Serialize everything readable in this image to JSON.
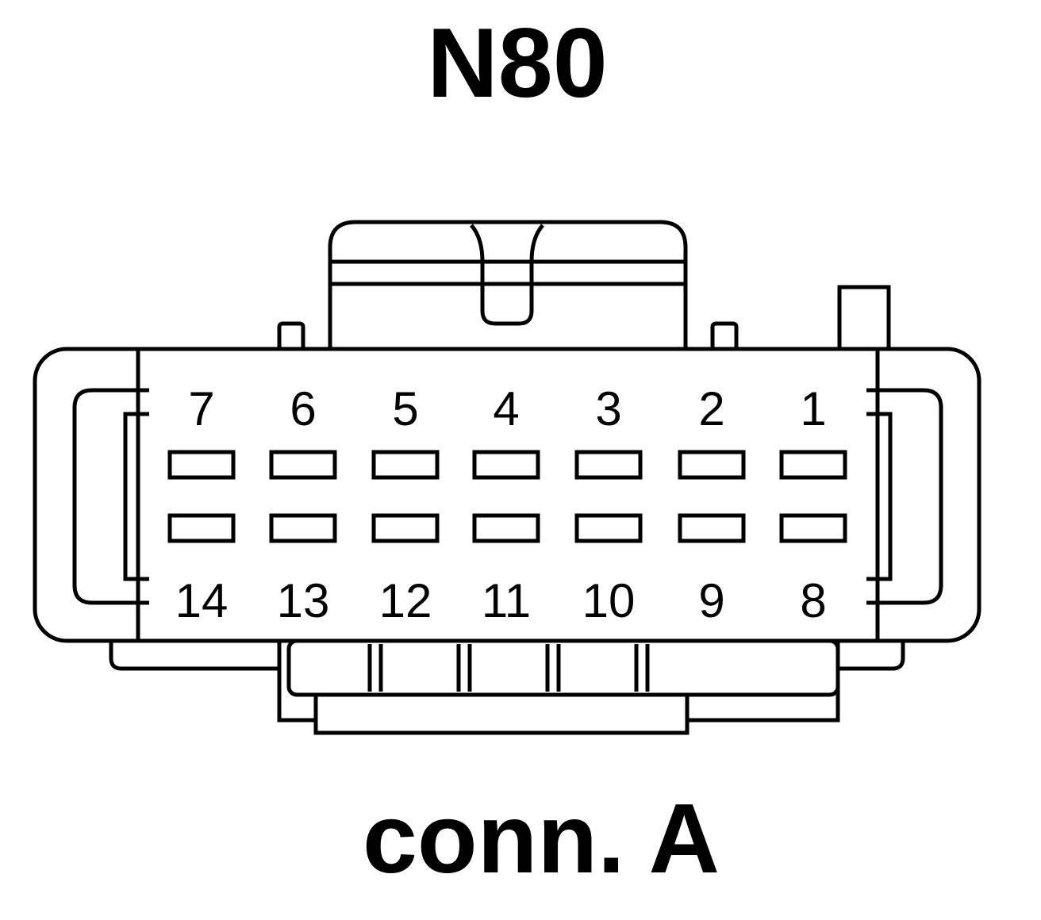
{
  "title": "N80",
  "subtitle": "conn. A",
  "pins": {
    "top_row": [
      "7",
      "6",
      "5",
      "4",
      "3",
      "2",
      "1"
    ],
    "bottom_row": [
      "14",
      "13",
      "12",
      "11",
      "10",
      "9",
      "8"
    ]
  },
  "colors": {
    "stroke": "#000000",
    "background": "#ffffff"
  }
}
